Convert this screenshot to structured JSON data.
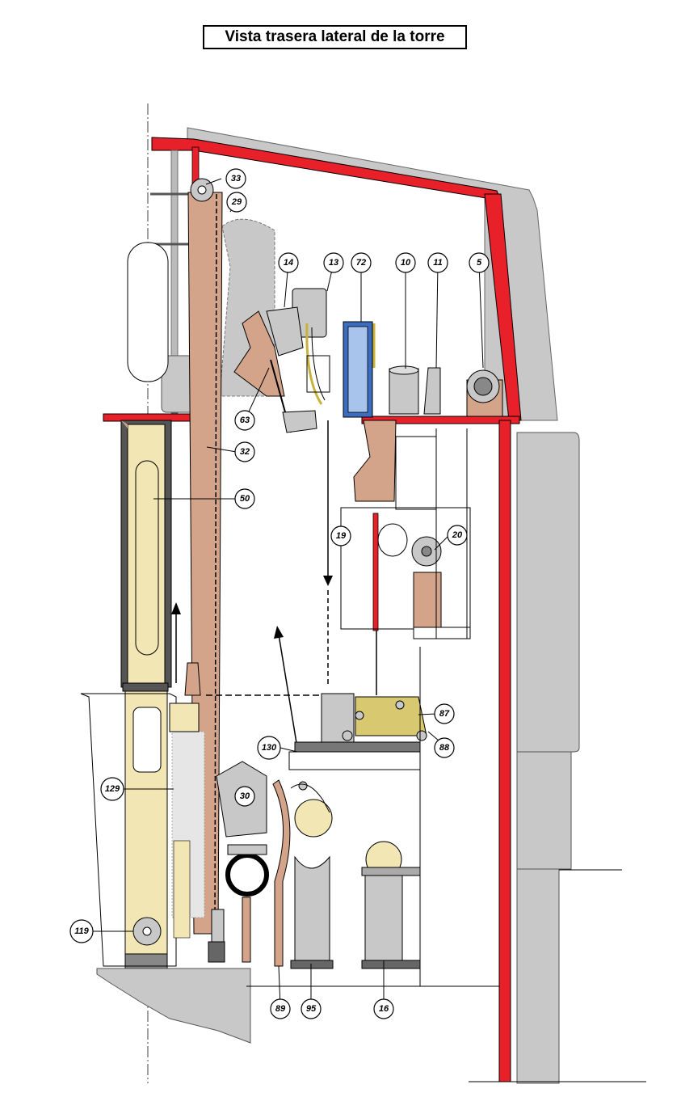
{
  "title": "Vista trasera lateral de la torre",
  "colors": {
    "structure_red": "#e8202a",
    "machine_gray": "#c8c8c8",
    "dark_gray": "#707070",
    "copper": "#d4a48a",
    "cream": "#f2e6b4",
    "yellow_plate": "#d8c870",
    "blue_filter": "#3a6cc0",
    "olive_pipe": "#c8b23a"
  },
  "callouts": [
    "33",
    "29",
    "14",
    "13",
    "72",
    "10",
    "11",
    "5",
    "63",
    "32",
    "50",
    "19",
    "20",
    "87",
    "88",
    "130",
    "30",
    "129",
    "119",
    "89",
    "95",
    "16"
  ]
}
